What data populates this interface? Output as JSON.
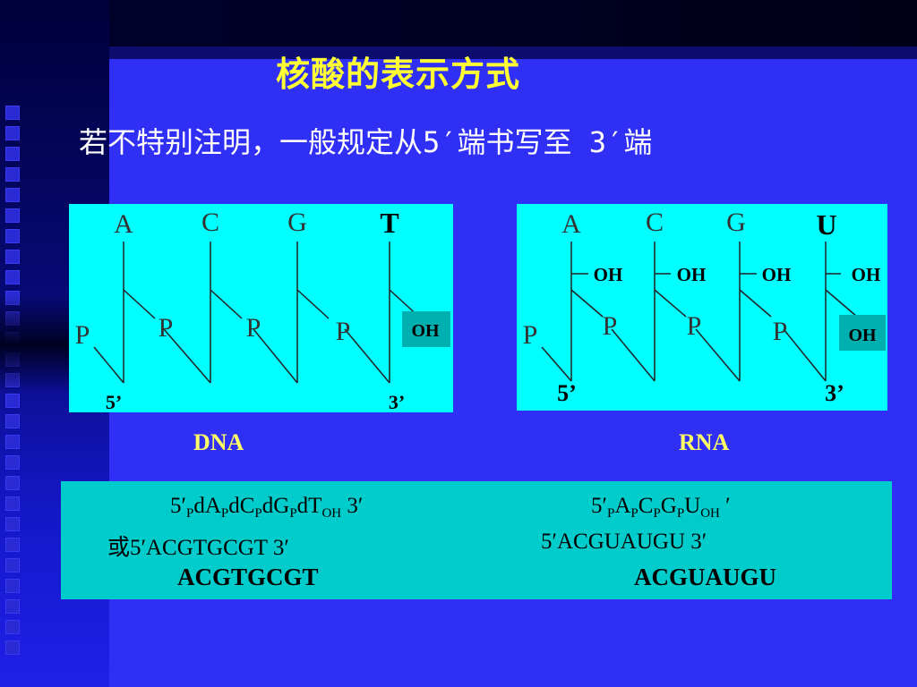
{
  "title": "核酸的表示方式",
  "subtitle": "若不特别注明，一般规定从5′端书写至 3′端",
  "dna": {
    "label": "DNA",
    "bases": [
      "A",
      "C",
      "G",
      "T"
    ],
    "phosphates": [
      "P",
      "P",
      "P",
      "P"
    ],
    "oh_3": "OH",
    "end_5": "5’",
    "end_3": "3’"
  },
  "rna": {
    "label": "RNA",
    "bases": [
      "A",
      "C",
      "G",
      "U"
    ],
    "phosphates": [
      "P",
      "P",
      "P",
      "P"
    ],
    "oh_2": [
      "OH",
      "OH",
      "OH",
      "OH"
    ],
    "oh_3": "OH",
    "end_5": "5’",
    "end_3": "3’"
  },
  "sequences": {
    "dna_line1": [
      "5′",
      "P",
      "dA",
      "P",
      "dC",
      "P",
      "dG",
      "P",
      "dT",
      "OH",
      " 3′"
    ],
    "dna_line2": "或5′ACGTGCGT  3′",
    "dna_line3": "ACGTGCGT",
    "rna_line1": [
      "5′",
      "P",
      "A",
      "P",
      "C",
      "P",
      "G",
      "P",
      "U",
      "OH",
      " ′"
    ],
    "rna_line2": "5′ACGUAUGU 3′",
    "rna_line3": "ACGUAUGU"
  },
  "colors": {
    "background": "#2f2ff5",
    "panel": "#00ffff",
    "sequence_box": "#00cccc",
    "oh_box": "#00b0b0",
    "title": "#ffff33",
    "label": "#ffff66"
  }
}
